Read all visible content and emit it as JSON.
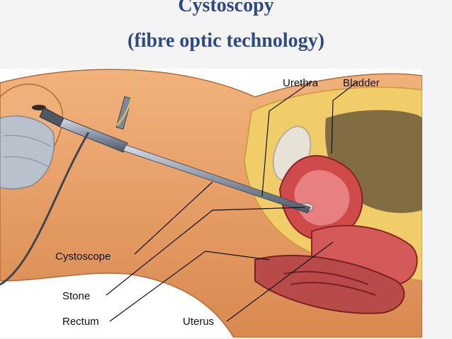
{
  "title": {
    "line1": "Cystoscopy",
    "line2": "(fibre optic technology)"
  },
  "labels": {
    "urethra": "Urethra",
    "bladder": "Bladder",
    "cystoscope": "Cystoscope",
    "stone": "Stone",
    "rectum": "Rectum",
    "uterus": "Uterus"
  },
  "colors": {
    "title": "#2e4a86",
    "skin": "#e7a06a",
    "fat": "#f1cd6a",
    "bladder_wall": "#cf4a4a",
    "scope_metal": "#8a96a8"
  }
}
